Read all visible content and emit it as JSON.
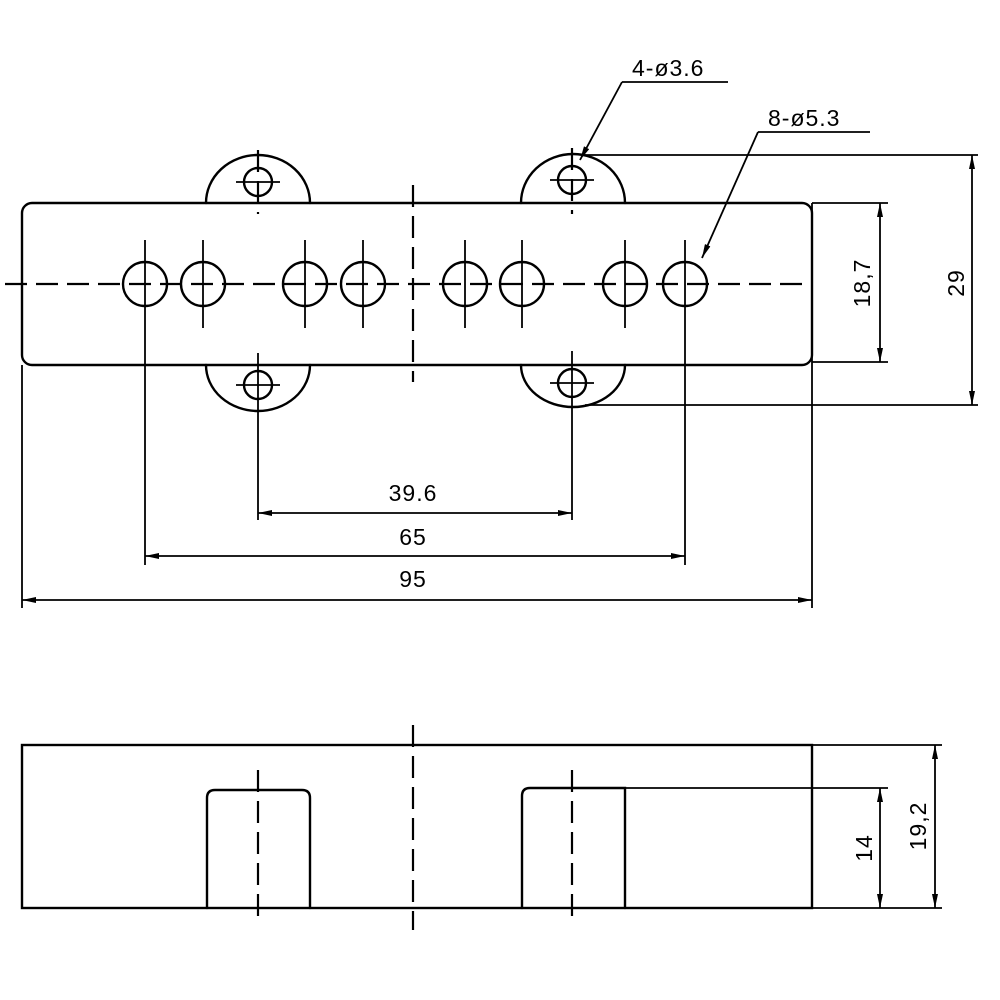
{
  "top_view": {
    "callouts": {
      "mount_holes": "4-ø3.6",
      "pole_holes": "8-ø5.3"
    },
    "dimensions": {
      "mount_spacing": "39.6",
      "pole_span": "65",
      "overall_length": "95",
      "body_width": "18,7",
      "overall_width": "29"
    }
  },
  "side_view": {
    "dimensions": {
      "recess_height": "14",
      "overall_height": "19,2"
    }
  }
}
